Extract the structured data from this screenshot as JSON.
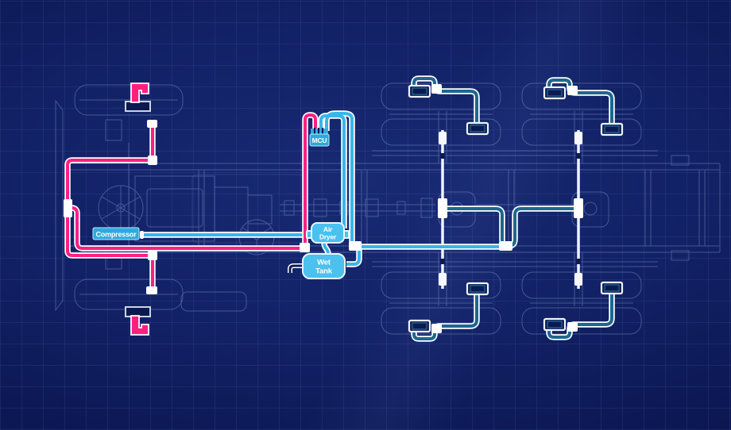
{
  "diagram": {
    "subject": "truck-air-brake-system-blueprint",
    "labels": {
      "compressor": "Compressor",
      "mcu": "MCU",
      "air_dryer": {
        "line1": "Air",
        "line2": "Dryer"
      },
      "wet_tank": {
        "line1": "Wet",
        "line2": "Tank"
      }
    },
    "colors": {
      "background_center": "#182a73",
      "background_edge": "#071140",
      "grid_line": "#32448f",
      "chassis_outline": "#8ea6d6",
      "front_circuit": "#ff1f82",
      "supply_circuit": "#38b6e9",
      "rear_circuit": "#1d6890",
      "label_box": "#2ea9dd",
      "tank_fill": "#4ac1ef",
      "fitting": "#ffffff",
      "label_text": "#ffffff"
    }
  }
}
